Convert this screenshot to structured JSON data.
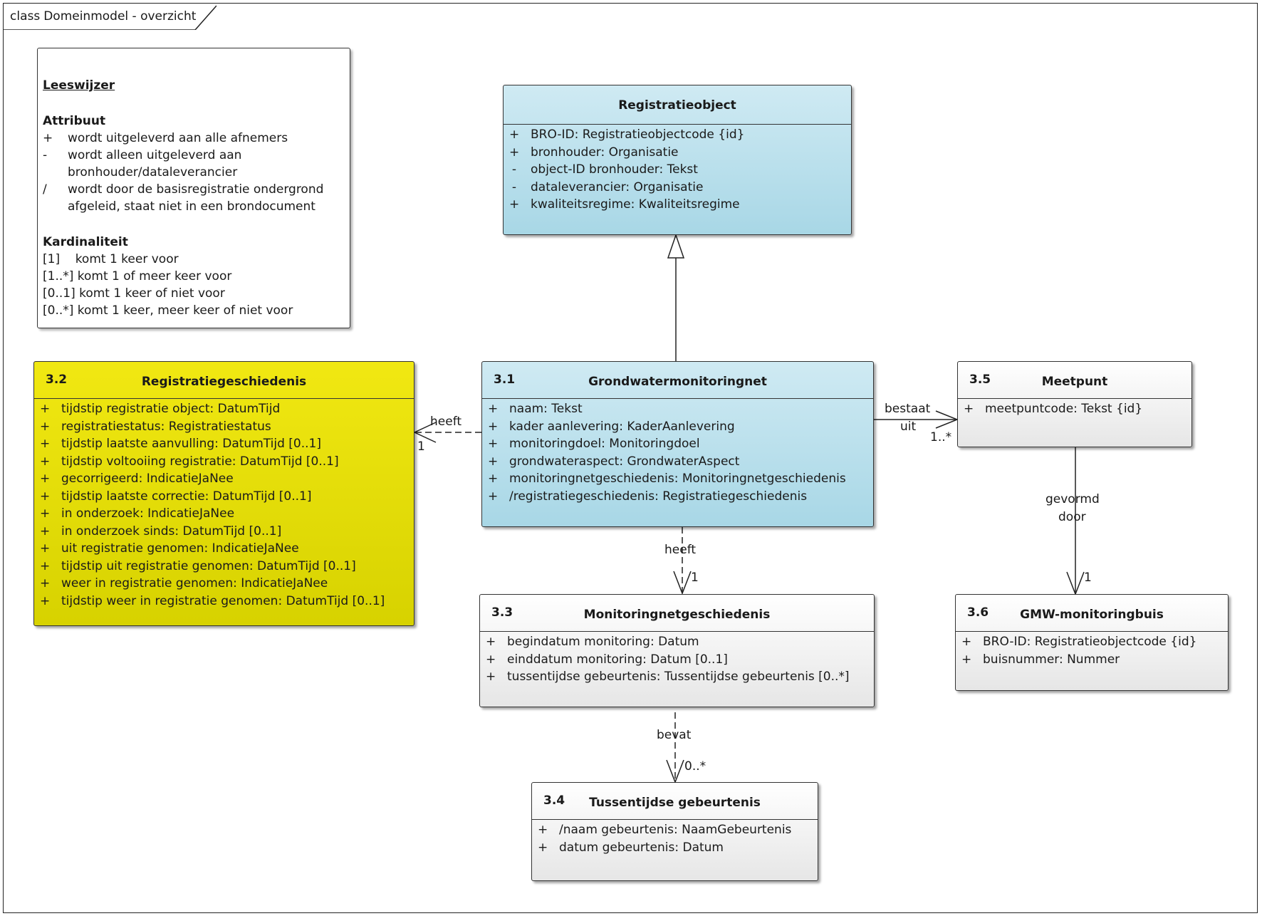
{
  "diagram": {
    "frame": {
      "keyword": "class",
      "name": "Domeinmodel - overzicht"
    },
    "legend": {
      "title": "Leeswijzer",
      "attr_heading": "Attribuut",
      "attr_items": [
        {
          "sym": "+",
          "text": "wordt uitgeleverd aan alle afnemers"
        },
        {
          "sym": "-",
          "text": "wordt alleen uitgeleverd aan"
        },
        {
          "sym": "",
          "text": "bronhouder/dataleverancier"
        },
        {
          "sym": "/",
          "text": "wordt door de basisregistratie ondergrond"
        },
        {
          "sym": "",
          "text": "afgeleid, staat niet in een brondocument"
        }
      ],
      "card_heading": "Kardinaliteit",
      "card_items": [
        "[1]    komt 1 keer voor",
        "[1..*] komt 1 of meer keer voor",
        "[0..1] komt 1 keer of niet voor",
        "[0..*] komt 1 keer, meer keer of niet voor"
      ]
    },
    "classes": {
      "registratieobject": {
        "number": "",
        "name": "Registratieobject",
        "attributes": [
          {
            "vis": "+",
            "text": "BRO-ID: Registratieobjectcode {id}"
          },
          {
            "vis": "+",
            "text": "bronhouder: Organisatie"
          },
          {
            "vis": "-",
            "text": "object-ID bronhouder: Tekst"
          },
          {
            "vis": "-",
            "text": "dataleverancier: Organisatie"
          },
          {
            "vis": "+",
            "text": "kwaliteitsregime: Kwaliteitsregime"
          }
        ]
      },
      "grondwatermonitoringnet": {
        "number": "3.1",
        "name": "Grondwatermonitoringnet",
        "attributes": [
          {
            "vis": "+",
            "text": "naam: Tekst"
          },
          {
            "vis": "+",
            "text": "kader aanlevering: KaderAanlevering"
          },
          {
            "vis": "+",
            "text": "monitoringdoel: Monitoringdoel"
          },
          {
            "vis": "+",
            "text": "grondwateraspect: GrondwaterAspect"
          },
          {
            "vis": "+",
            "text": "monitoringnetgeschiedenis: Monitoringnetgeschiedenis"
          },
          {
            "vis": "+",
            "text": "/registratiegeschiedenis: Registratiegeschiedenis"
          }
        ]
      },
      "registratiegeschiedenis": {
        "number": "3.2",
        "name": "Registratiegeschiedenis",
        "attributes": [
          {
            "vis": "+",
            "text": "tijdstip registratie object: DatumTijd"
          },
          {
            "vis": "+",
            "text": "registratiestatus: Registratiestatus"
          },
          {
            "vis": "+",
            "text": "tijdstip laatste aanvulling: DatumTijd [0..1]"
          },
          {
            "vis": "+",
            "text": "tijdstip voltooiing registratie: DatumTijd [0..1]"
          },
          {
            "vis": "+",
            "text": "gecorrigeerd: IndicatieJaNee"
          },
          {
            "vis": "+",
            "text": "tijdstip laatste correctie: DatumTijd [0..1]"
          },
          {
            "vis": "+",
            "text": "in onderzoek: IndicatieJaNee"
          },
          {
            "vis": "+",
            "text": "in onderzoek sinds: DatumTijd [0..1]"
          },
          {
            "vis": "+",
            "text": "uit registratie genomen: IndicatieJaNee"
          },
          {
            "vis": "+",
            "text": "tijdstip uit registratie genomen: DatumTijd [0..1]"
          },
          {
            "vis": "+",
            "text": "weer in registratie genomen: IndicatieJaNee"
          },
          {
            "vis": "+",
            "text": "tijdstip weer in registratie genomen: DatumTijd [0..1]"
          }
        ]
      },
      "monitoringnetgeschiedenis": {
        "number": "3.3",
        "name": "Monitoringnetgeschiedenis",
        "attributes": [
          {
            "vis": "+",
            "text": "begindatum monitoring: Datum"
          },
          {
            "vis": "+",
            "text": "einddatum monitoring: Datum [0..1]"
          },
          {
            "vis": "+",
            "text": "tussentijdse gebeurtenis: Tussentijdse gebeurtenis [0..*]"
          }
        ]
      },
      "tussentijdse_gebeurtenis": {
        "number": "3.4",
        "name": "Tussentijdse gebeurtenis",
        "attributes": [
          {
            "vis": "+",
            "text": "/naam gebeurtenis: NaamGebeurtenis"
          },
          {
            "vis": "+",
            "text": "datum gebeurtenis: Datum"
          }
        ]
      },
      "meetpunt": {
        "number": "3.5",
        "name": "Meetpunt",
        "attributes": [
          {
            "vis": "+",
            "text": "meetpuntcode: Tekst {id}"
          }
        ]
      },
      "gmw_monitoringbuis": {
        "number": "3.6",
        "name": "GMW-monitoringbuis",
        "attributes": [
          {
            "vis": "+",
            "text": "BRO-ID: Registratieobjectcode {id}"
          },
          {
            "vis": "+",
            "text": "buisnummer: Nummer"
          }
        ]
      }
    },
    "relations": {
      "heeft_registratie": {
        "label": "heeft",
        "multiplicity": "1"
      },
      "heeft_monitoring": {
        "label": "heeft",
        "multiplicity": "1"
      },
      "bevat": {
        "label": "bevat",
        "multiplicity": "0..*"
      },
      "bestaat_uit": {
        "label_line1": "bestaat",
        "label_line2": "uit",
        "multiplicity": "1..*"
      },
      "gevormd_door": {
        "label_line1": "gevormd",
        "label_line2": "door",
        "multiplicity": "1"
      }
    },
    "colors": {
      "blue_class": "#b8e0ec",
      "yellow_class": "#e6de00",
      "gray_class": "#f0f0f0"
    }
  }
}
